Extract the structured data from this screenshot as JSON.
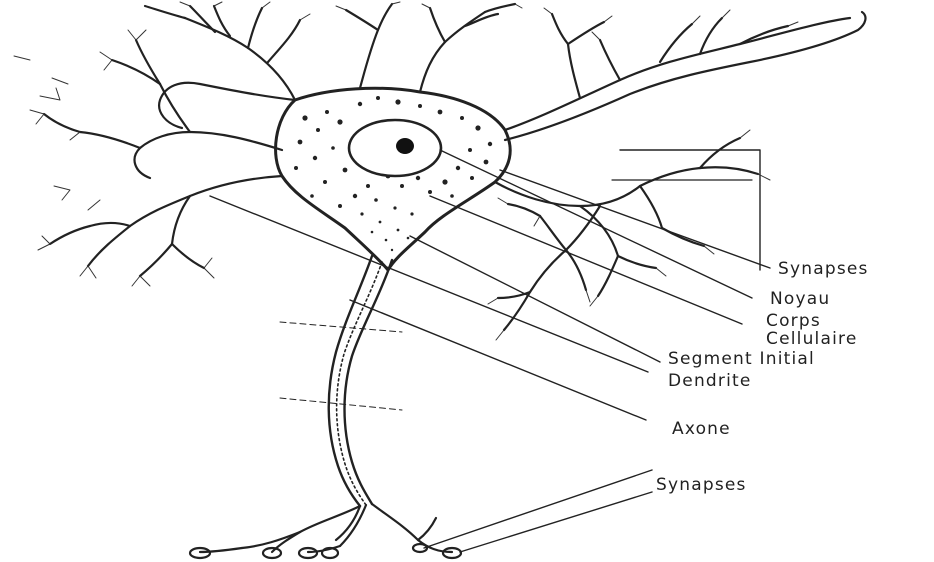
{
  "labels": {
    "synapses_top": "Synapses",
    "noyau": "Noyau",
    "corps_line1": "Corps",
    "corps_line2": "Cellulaire",
    "segment_initial": "Segment Initial",
    "dendrite": "Dendrite",
    "axone": "Axone",
    "synapses_bottom": "Synapses"
  },
  "colors": {
    "ink": "#222222",
    "background": "#ffffff"
  }
}
